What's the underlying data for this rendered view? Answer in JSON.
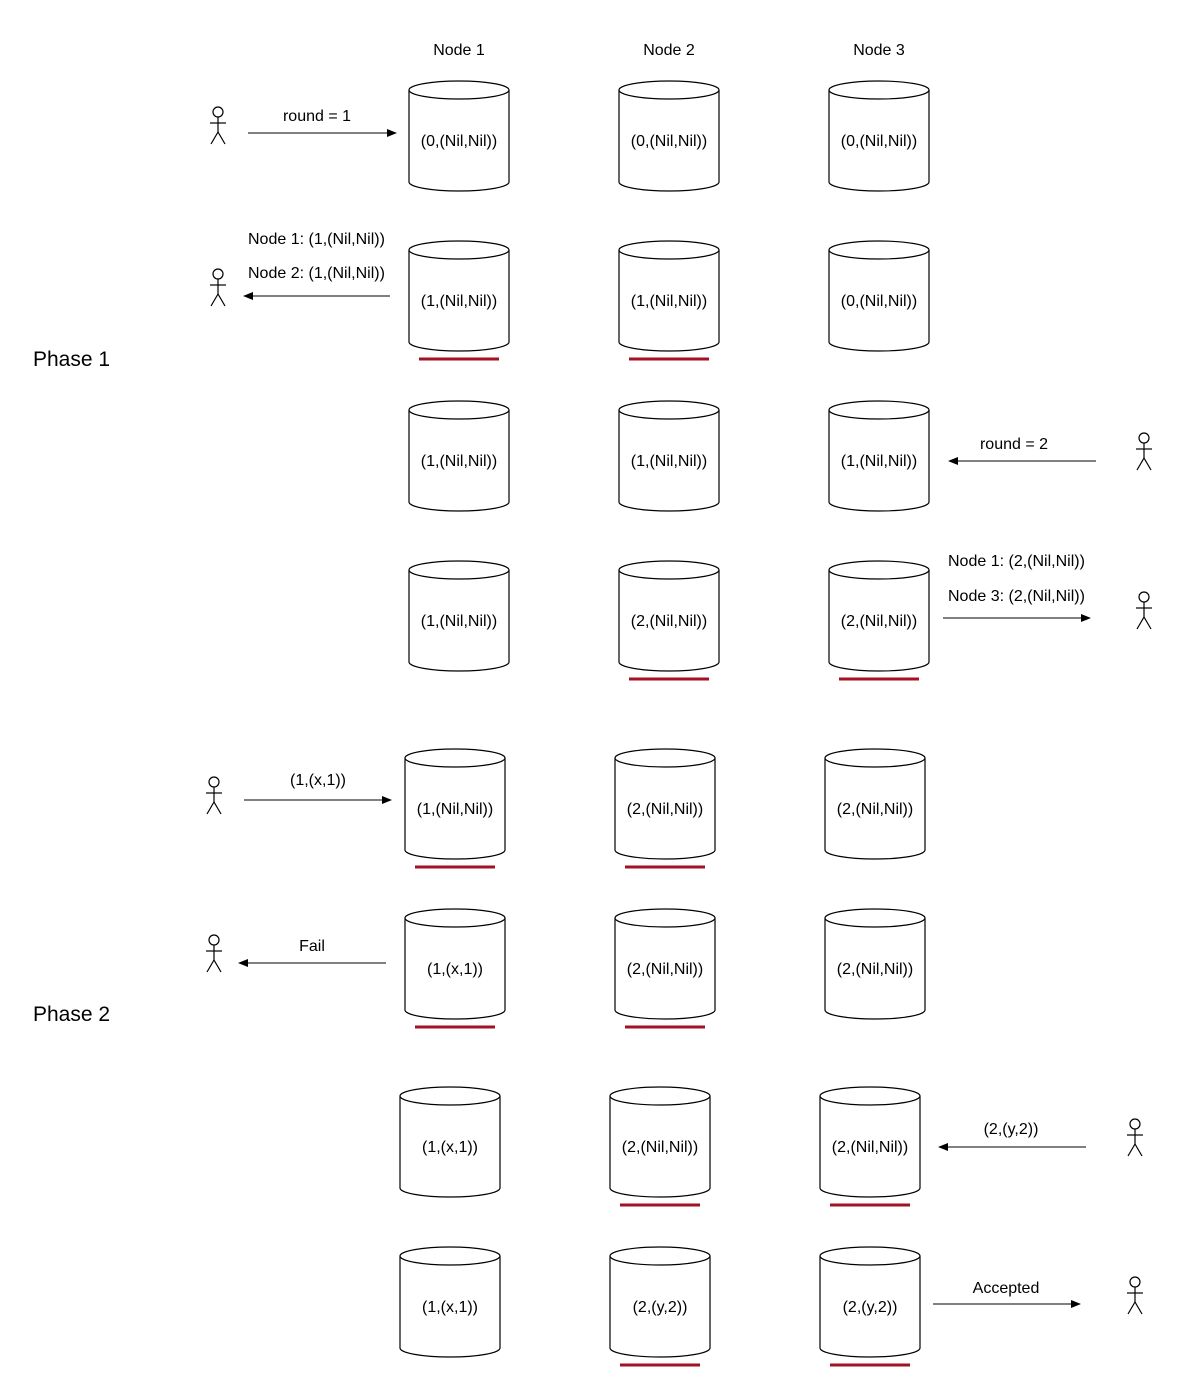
{
  "headers": [
    "Node 1",
    "Node 2",
    "Node 3"
  ],
  "phases": [
    "Phase 1",
    "Phase 2"
  ],
  "cylinders": [
    {
      "label": "(0,(Nil,Nil))",
      "quorum": false
    },
    {
      "label": "(0,(Nil,Nil))",
      "quorum": false
    },
    {
      "label": "(0,(Nil,Nil))",
      "quorum": false
    },
    {
      "label": "(1,(Nil,Nil))",
      "quorum": true
    },
    {
      "label": "(1,(Nil,Nil))",
      "quorum": true
    },
    {
      "label": "(0,(Nil,Nil))",
      "quorum": false
    },
    {
      "label": "(1,(Nil,Nil))",
      "quorum": false
    },
    {
      "label": "(1,(Nil,Nil))",
      "quorum": false
    },
    {
      "label": "(1,(Nil,Nil))",
      "quorum": false
    },
    {
      "label": "(1,(Nil,Nil))",
      "quorum": false
    },
    {
      "label": "(2,(Nil,Nil))",
      "quorum": true
    },
    {
      "label": "(2,(Nil,Nil))",
      "quorum": true
    },
    {
      "label": "(1,(Nil,Nil))",
      "quorum": true
    },
    {
      "label": "(2,(Nil,Nil))",
      "quorum": true
    },
    {
      "label": "(2,(Nil,Nil))",
      "quorum": false
    },
    {
      "label": "(1,(x,1))",
      "quorum": true
    },
    {
      "label": "(2,(Nil,Nil))",
      "quorum": true
    },
    {
      "label": "(2,(Nil,Nil))",
      "quorum": false
    },
    {
      "label": "(1,(x,1))",
      "quorum": false
    },
    {
      "label": "(2,(Nil,Nil))",
      "quorum": true
    },
    {
      "label": "(2,(Nil,Nil))",
      "quorum": true
    },
    {
      "label": "(1,(x,1))",
      "quorum": false
    },
    {
      "label": "(2,(y,2))",
      "quorum": true
    },
    {
      "label": "(2,(y,2))",
      "quorum": true
    }
  ],
  "messages": [
    {
      "lines": [
        "round = 1"
      ],
      "direction": "right"
    },
    {
      "lines": [
        "Node 1: (1,(Nil,Nil))",
        "Node 2: (1,(Nil,Nil))"
      ],
      "direction": "left"
    },
    {
      "lines": [
        "round = 2"
      ],
      "direction": "left"
    },
    {
      "lines": [
        "Node 1: (2,(Nil,Nil))",
        "Node 3: (2,(Nil,Nil))"
      ],
      "direction": "right"
    },
    {
      "lines": [
        "(1,(x,1))"
      ],
      "direction": "right"
    },
    {
      "lines": [
        "Fail"
      ],
      "direction": "left"
    },
    {
      "lines": [
        "(2,(y,2))"
      ],
      "direction": "left"
    },
    {
      "lines": [
        "Accepted"
      ],
      "direction": "right"
    }
  ]
}
